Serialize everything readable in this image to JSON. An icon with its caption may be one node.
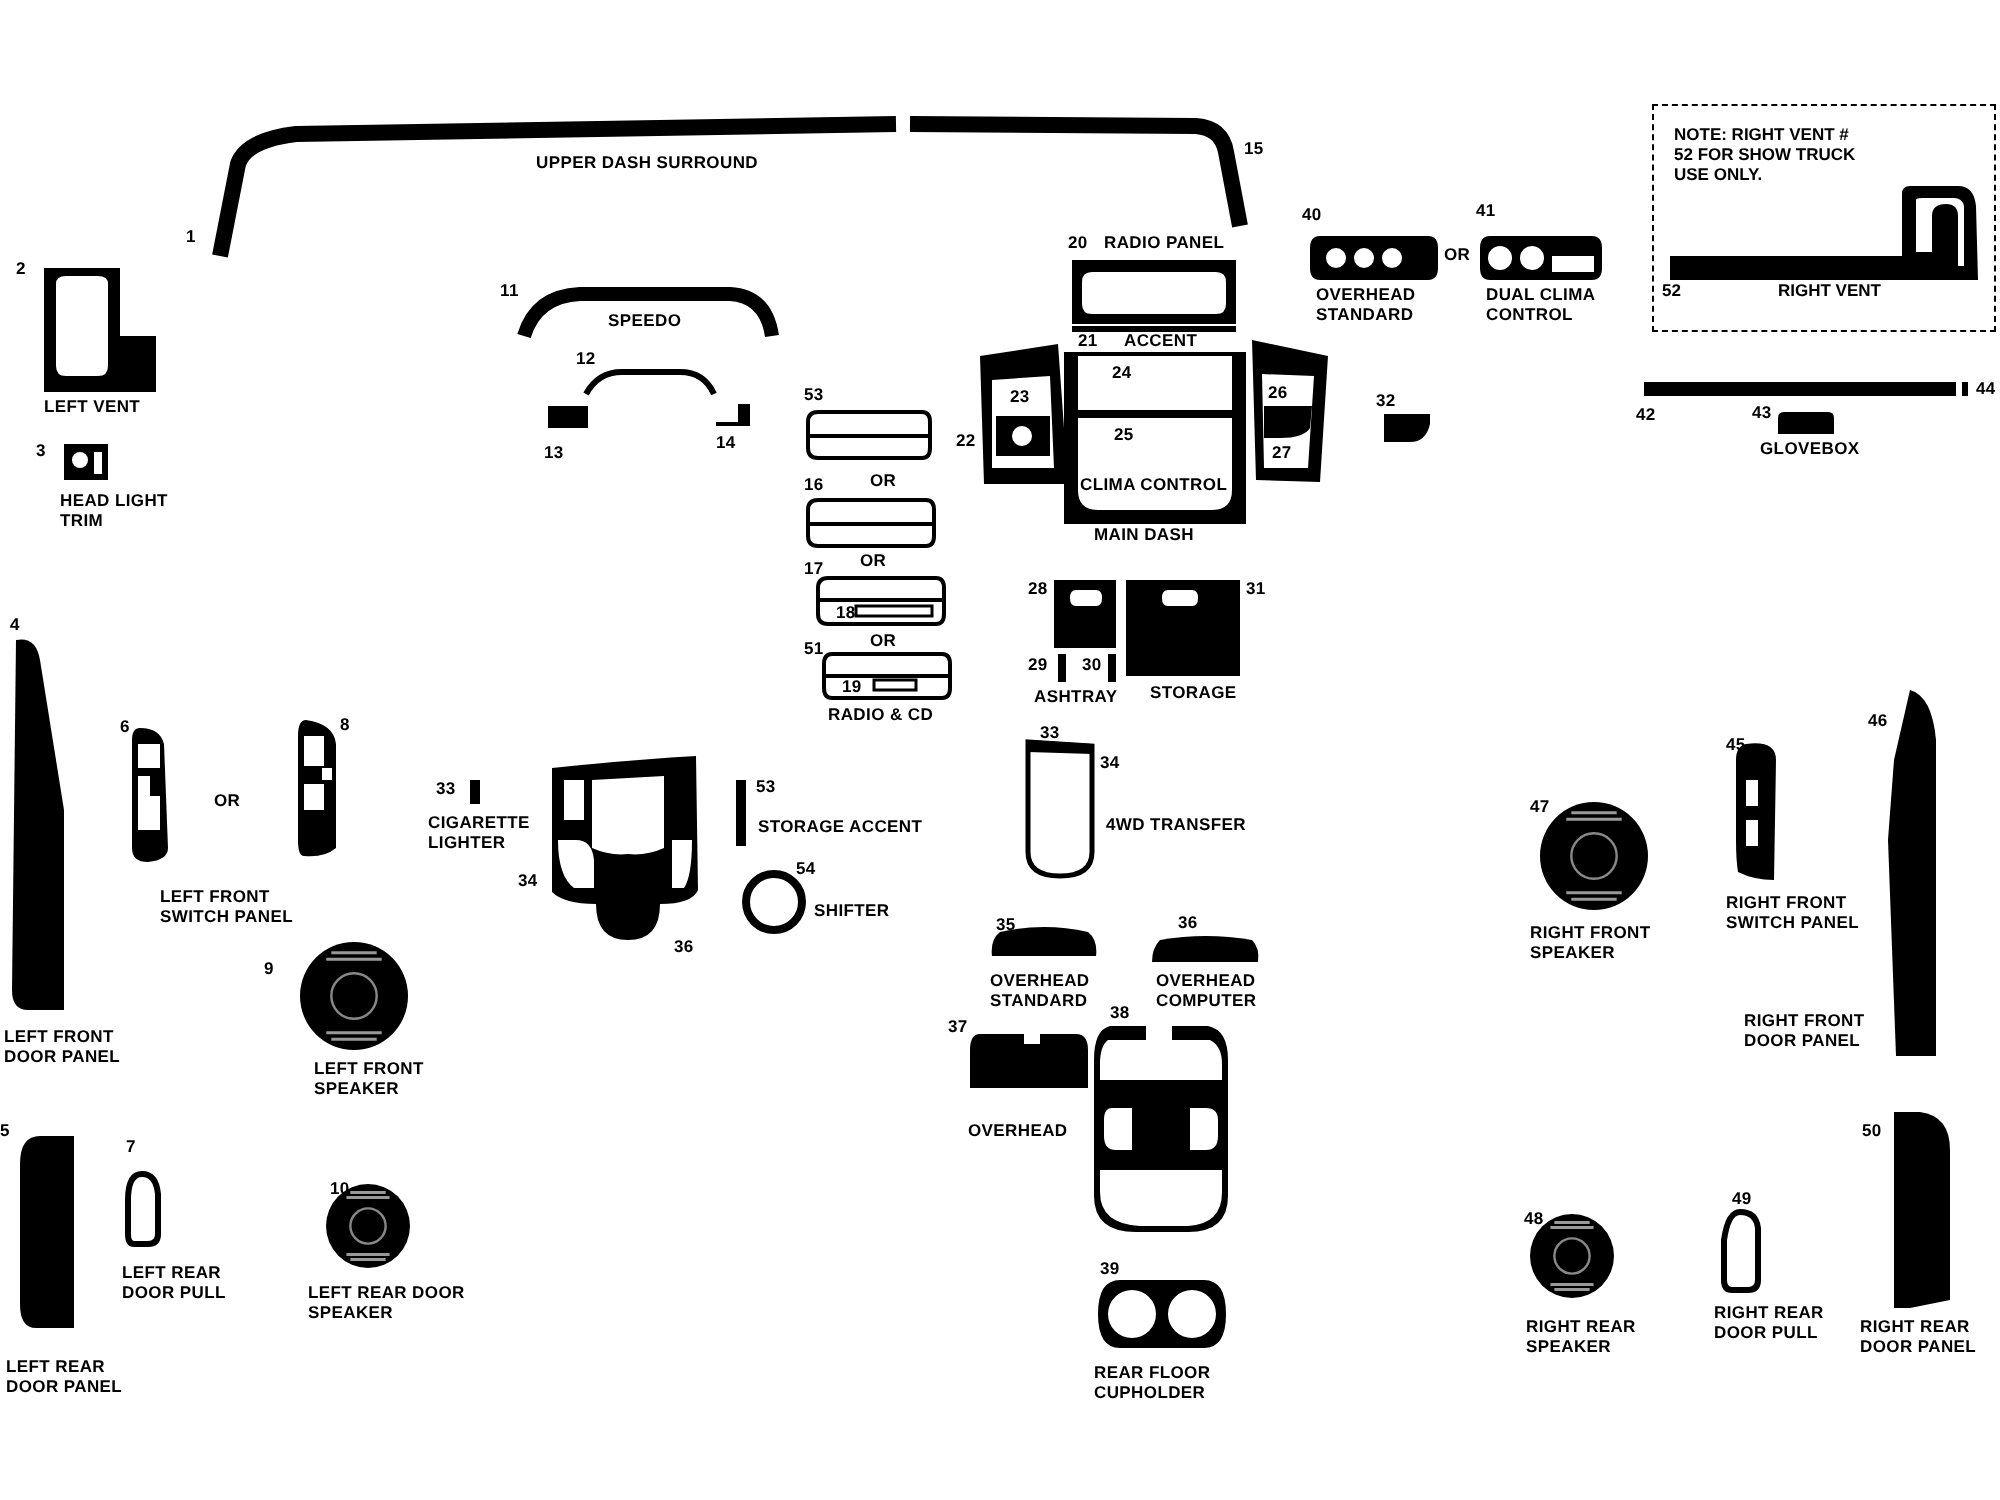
{
  "diagram": {
    "nodes": [
      {
        "text": [
          "NOTE: RIGHT VENT # 52 FOR SHOW TRUCK USE ONLY.",
          "52",
          "RIGHT VENT"
        ]
      },
      {
        "text": [],
        "shape": "picture"
      },
      {
        "text": [],
        "shape": "picture"
      }
    ],
    "labels": [
      "UPPER DASH SURROUND",
      "15",
      "1",
      "20",
      "RADIO PANEL",
      "40",
      "OR",
      "41",
      "OVERHEAD STANDARD",
      "DUAL CLIMA CONTROL",
      "2",
      "11",
      "SPEEDO",
      "21",
      "ACCENT",
      "LEFT VENT",
      "12",
      "24",
      "23",
      "26",
      "32",
      "42",
      "43",
      "44",
      "53",
      "3",
      "13",
      "14",
      "22",
      "25",
      "27",
      "GLOVEBOX",
      "HEAD LIGHT TRIM",
      "16",
      "OR",
      "CLIMA CONTROL",
      "MAIN DASH",
      "OR",
      "17",
      "28",
      "31",
      "18",
      "4",
      "OR",
      "51",
      "29",
      "30",
      "19",
      "STORAGE",
      "RADIO & CD",
      "ASHTRAY",
      "6",
      "8",
      "33",
      "45",
      "34",
      "46",
      "33",
      "53",
      "OR",
      "47",
      "4WD TRANSFER",
      "CIGARETTE LIGHTER",
      "STORAGE ACCENT",
      "54",
      "34",
      "LEFT FRONT SWITCH PANEL",
      "RIGHT FRONT SWITCH PANEL",
      "SHIFTER",
      "35",
      "36",
      "RIGHT FRONT SPEAKER",
      "36",
      "9",
      "OVERHEAD STANDARD",
      "OVERHEAD COMPUTER",
      "RIGHT FRONT DOOR PANEL",
      "37",
      "38",
      "LEFT FRONT DOOR PANEL",
      "LEFT FRONT SPEAKER",
      "5",
      "OVERHEAD",
      "50",
      "7",
      "10",
      "49",
      "48",
      "39",
      "LEFT REAR DOOR PULL",
      "LEFT REAR DOOR SPEAKER",
      "RIGHT REAR DOOR PULL",
      "RIGHT REAR SPEAKER",
      "RIGHT REAR DOOR PANEL",
      "LEFT REAR DOOR PANEL",
      "REAR FLOOR CUPHOLDER"
    ]
  }
}
